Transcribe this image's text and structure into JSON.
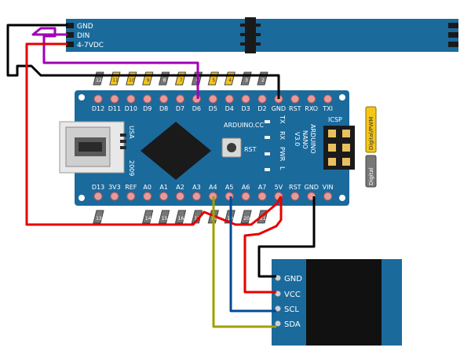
{
  "led_strip": {
    "pins": [
      "GND",
      "DIN",
      "4-7VDC"
    ]
  },
  "arduino": {
    "top_pins": [
      "D12",
      "D11",
      "D10",
      "D9",
      "D8",
      "D7",
      "D6",
      "D5",
      "D4",
      "D3",
      "D2",
      "GND",
      "RST",
      "RXO",
      "TXI"
    ],
    "bottom_pins": [
      "D13",
      "3V3",
      "REF",
      "A0",
      "A1",
      "A2",
      "A3",
      "A4",
      "A5",
      "A6",
      "A7",
      "5V",
      "RST",
      "GND",
      "VIN"
    ],
    "usa_label": "USA",
    "year_label": "2009",
    "brand_label": "ARDUINO.CC",
    "model_lines": [
      "ARDUINO",
      "NANO",
      "V3.0"
    ],
    "rst_label": "RST",
    "icsp_label": "ICSP",
    "led_labels": [
      "TX",
      "RX",
      "PWR",
      "L"
    ],
    "digital_tag": "Digital/PWM",
    "digital_tag_left": "Digital",
    "top_tab_numbers": [
      "12",
      "11",
      "10",
      "9",
      "8",
      "7",
      "6",
      "5",
      "4",
      "3",
      "2"
    ],
    "bottom_tab_numbers": [
      "13",
      "14",
      "15",
      "16",
      "17",
      "18",
      "19",
      "20",
      "21"
    ]
  },
  "oled": {
    "pins": [
      "GND",
      "VCC",
      "SCL",
      "SDA"
    ]
  },
  "colors": {
    "board": "#1b6a9c",
    "wire_gnd": "#000000",
    "wire_5v": "#e60000",
    "wire_din": "#a000b4",
    "wire_scl": "#004b96",
    "wire_sda": "#a0a000"
  }
}
